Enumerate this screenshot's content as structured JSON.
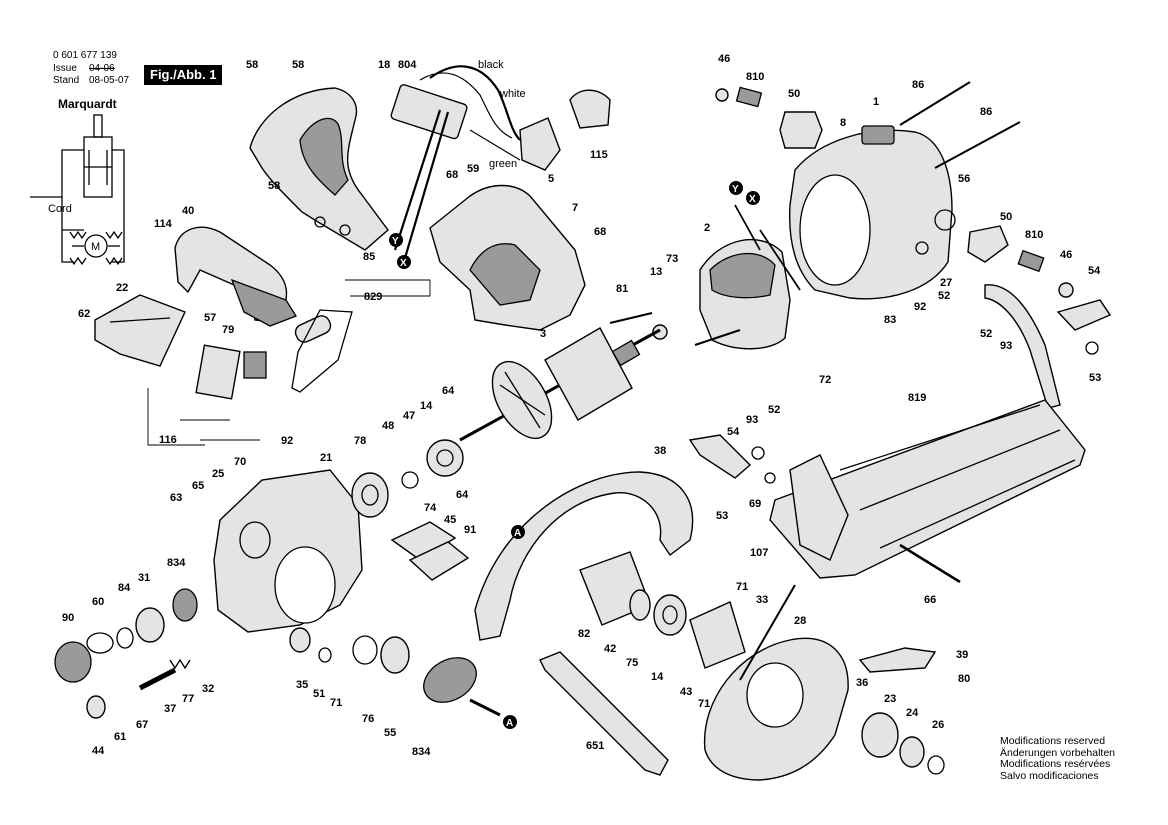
{
  "header": {
    "part_number": "0 601 677 139",
    "issue_label": "Issue",
    "issue_value": "04-06",
    "stand_label": "Stand",
    "stand_value": "08-05-07",
    "figure_badge": "Fig./Abb. 1",
    "brand": "Marquardt"
  },
  "wiring": {
    "cord_label": "Cord",
    "motor_label": "M",
    "wire_black": "black",
    "wire_white": "white",
    "wire_green": "green",
    "marker_y": "Y",
    "marker_x": "X",
    "marker_a": "A"
  },
  "part_labels": [
    "58",
    "58",
    "58",
    "18",
    "804",
    "59",
    "5",
    "115",
    "68",
    "85",
    "829",
    "46",
    "810",
    "50",
    "86",
    "1",
    "86",
    "8",
    "56",
    "50",
    "810",
    "46",
    "54",
    "7",
    "68",
    "2",
    "13",
    "73",
    "81",
    "27",
    "52",
    "83",
    "92",
    "52",
    "93",
    "53",
    "114",
    "40",
    "22",
    "62",
    "57",
    "79",
    "116",
    "3",
    "64",
    "64",
    "47",
    "14",
    "48",
    "78",
    "92",
    "21",
    "25",
    "70",
    "65",
    "63",
    "834",
    "84",
    "31",
    "60",
    "90",
    "44",
    "61",
    "67",
    "37",
    "77",
    "32",
    "35",
    "51",
    "71",
    "76",
    "55",
    "834",
    "74",
    "45",
    "91",
    "38",
    "72",
    "819",
    "54",
    "93",
    "52",
    "53",
    "69",
    "107",
    "66",
    "82",
    "42",
    "75",
    "14",
    "71",
    "33",
    "43",
    "71",
    "28",
    "651",
    "39",
    "80",
    "36",
    "23",
    "24",
    "26"
  ],
  "footer": {
    "line1": "Modifications reserved",
    "line2": "Änderungen vorbehalten",
    "line3": "Modifications resérvées",
    "line4": "Salvo modificaciones"
  }
}
